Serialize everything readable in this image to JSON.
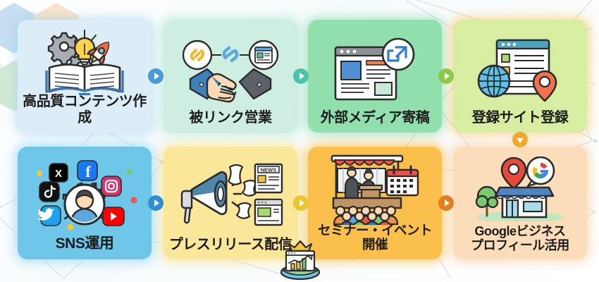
{
  "diagram": {
    "title_visible": false,
    "background": {
      "base_color": "#ffffff",
      "network_line_color": "#c9cfe0",
      "hexagons": [
        {
          "name": "hex-blue",
          "color": "#c5dcf0"
        },
        {
          "name": "hex-peach",
          "color": "#fbe2c4"
        },
        {
          "name": "hex-green",
          "color": "#cfe8d2"
        }
      ]
    },
    "cards": [
      {
        "id": "card-1",
        "label": "高品質コンテンツ作成",
        "icon": "book-lightbulb-rocket-icon",
        "bg_color": "#dcedf7",
        "glow_color": "#bcd9ee"
      },
      {
        "id": "card-2",
        "label": "被リンク営業",
        "icon": "handshake-links-icon",
        "bg_color": "#cdeee0",
        "glow_color": "#a9e0cb"
      },
      {
        "id": "card-3",
        "label": "外部メディア寄稿",
        "icon": "external-article-icon",
        "bg_color": "#92dfae",
        "glow_color": "#73d497"
      },
      {
        "id": "card-4",
        "label": "登録サイト登録",
        "icon": "globe-directory-pin-icon",
        "bg_color": "#d6eda2",
        "glow_color": "#f6c659"
      },
      {
        "id": "card-5",
        "label": "SNS運用",
        "icon": "social-network-user-icon",
        "bg_color": "#6ec6e8",
        "glow_color": "#8fd6f0"
      },
      {
        "id": "card-6",
        "label": "プレスリリース配信",
        "icon": "megaphone-news-icon",
        "bg_color": "#fbe79a",
        "glow_color": "#f9dc72"
      },
      {
        "id": "card-7",
        "label": "セミナー・イベント開催",
        "icon": "seminar-stage-icon",
        "bg_color": "#fbc04c",
        "glow_color": "#f8b02f"
      },
      {
        "id": "card-8",
        "label": "Googleビジネス\nプロフィール活用",
        "icon": "google-business-storefront-icon",
        "bg_color": "#fbddba",
        "glow_color": "#f9cda0"
      }
    ],
    "arrows": [
      {
        "id": "arrow-1-2",
        "direction": "right",
        "color": "#4a9ad6"
      },
      {
        "id": "arrow-2-3",
        "direction": "right",
        "color": "#4cc3a6"
      },
      {
        "id": "arrow-3-4",
        "direction": "right",
        "color": "#8cc84b"
      },
      {
        "id": "arrow-4-5",
        "direction": "down",
        "color": "#f0a92b"
      },
      {
        "id": "arrow-5-6",
        "direction": "right",
        "color": "#2f8fd0"
      },
      {
        "id": "arrow-6-7",
        "direction": "right",
        "color": "#ecc531"
      },
      {
        "id": "arrow-7-8",
        "direction": "right",
        "color": "#e87d1b"
      }
    ],
    "badge": {
      "id": "seo-rank-badge",
      "icon": "crown-growth-chart-globe-icon",
      "crown_color": "#f5c53c",
      "globe_color": "#6fc2e8",
      "bar_colors": [
        "#f5b942",
        "#f5b942",
        "#7bc96f"
      ]
    }
  }
}
